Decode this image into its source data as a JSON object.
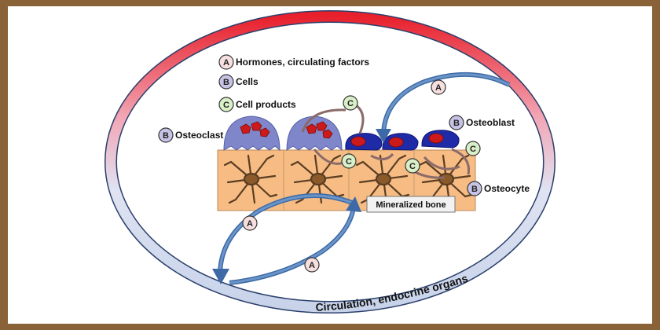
{
  "legend": {
    "hormones": {
      "badge": "A",
      "label": "Hormones, circulating factors"
    },
    "cells": {
      "badge": "B",
      "label": "Cells"
    },
    "products": {
      "badge": "C",
      "label": "Cell products"
    }
  },
  "labels": {
    "osteoclast": {
      "badge": "B",
      "label": "Osteoclast"
    },
    "osteoblast": {
      "badge": "B",
      "label": "Osteoblast"
    },
    "osteocyte": {
      "badge": "B",
      "label": "Osteocyte"
    },
    "mineralized_bone": "Mineralized bone",
    "circulation": "Circulation, endocrine organs"
  },
  "badges": {
    "a": "A",
    "c": "C"
  },
  "colors": {
    "frame": "#8a6238",
    "badge_a": "#f7dfe0",
    "badge_b": "#c7c3e6",
    "badge_c": "#d9efc8",
    "bone": "#f6bc84",
    "osteoclast": "#7f86c9",
    "osteoblast": "#1f2aa6",
    "nucleus": "#cc1a1a",
    "arrow": "#4f79b0"
  }
}
